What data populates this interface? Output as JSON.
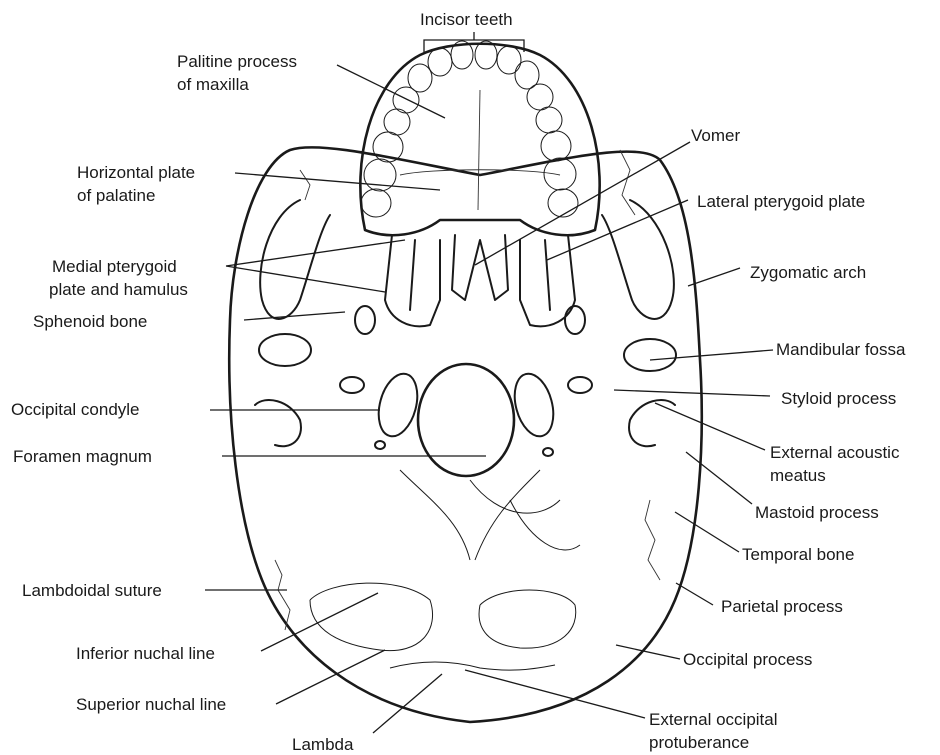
{
  "colors": {
    "bone": "#fbe3bb",
    "outline": "#1a1a1a",
    "tooth": "#ffffff",
    "background": "#ffffff"
  },
  "labels": {
    "incisor_teeth": "Incisor teeth",
    "palatine_process_1": "Palitine process",
    "palatine_process_2": "of maxilla",
    "horizontal_plate_1": "Horizontal plate",
    "horizontal_plate_2": "of palatine",
    "medial_pterygoid_1": "Medial pterygoid",
    "medial_pterygoid_2": "plate and hamulus",
    "sphenoid_bone": "Sphenoid bone",
    "occipital_condyle": "Occipital condyle",
    "foramen_magnum": "Foramen magnum",
    "lambdoidal_suture": "Lambdoidal suture",
    "inferior_nuchal_line": "Inferior nuchal line",
    "superior_nuchal_line": "Superior nuchal line",
    "lambda": "Lambda",
    "vomer": "Vomer",
    "lateral_pterygoid_plate": "Lateral pterygoid plate",
    "zygomatic_arch": "Zygomatic arch",
    "mandibular_fossa": "Mandibular fossa",
    "styloid_process": "Styloid process",
    "external_acoustic_1": "External acoustic",
    "external_acoustic_2": "meatus",
    "mastoid_process": "Mastoid process",
    "temporal_bone": "Temporal bone",
    "parietal_process": "Parietal process",
    "occipital_process": "Occipital process",
    "ext_occipital_1": "External occipital",
    "ext_occipital_2": "protuberance"
  }
}
